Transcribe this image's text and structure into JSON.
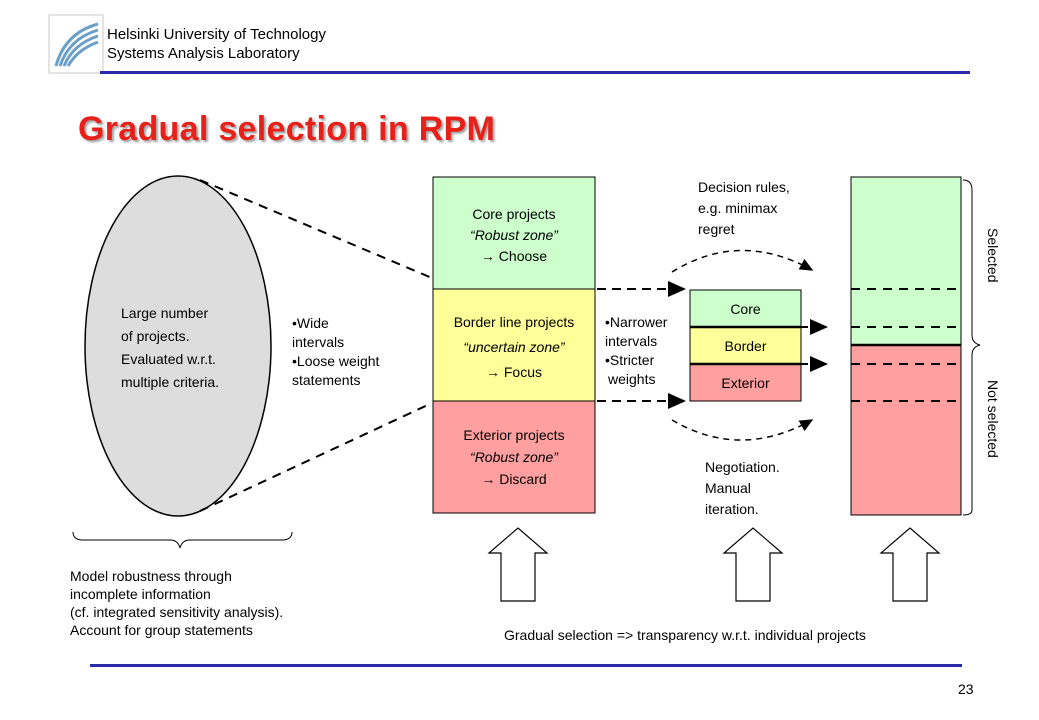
{
  "header": {
    "line1": "Helsinki University of Technology",
    "line2": "Systems Analysis Laboratory"
  },
  "title": "Gradual selection in RPM",
  "ellipse": {
    "l1": "Large number",
    "l2": "of projects.",
    "l3": "Evaluated w.r.t.",
    "l4": "multiple criteria."
  },
  "wide": {
    "l1": "•Wide",
    "l2": "intervals",
    "l3": "•Loose weight",
    "l4": "statements"
  },
  "big_box": {
    "core": {
      "label": "Core projects",
      "zone": "“Robust zone”",
      "action": "→ Choose"
    },
    "border": {
      "label": "Border line projects",
      "zone": "“uncertain zone”",
      "action": "→ Focus"
    },
    "exterior": {
      "label": "Exterior projects",
      "zone": "“Robust zone”",
      "action": "→ Discard"
    }
  },
  "narrow": {
    "l1": "•Narrower",
    "l2": "intervals",
    "l3": "•Stricter",
    "l4": "weights"
  },
  "small_box": {
    "core": "Core",
    "border": "Border",
    "exterior": "Exterior"
  },
  "decision": {
    "l1": "Decision rules,",
    "l2": "e.g. minimax",
    "l3": "regret"
  },
  "negotiation": {
    "l1": "Negotiation.",
    "l2": "Manual",
    "l3": "iteration."
  },
  "side": {
    "selected": "Selected",
    "not_selected": "Not selected"
  },
  "robust_text": {
    "l1": "Model robustness through",
    "l2": "incomplete information",
    "l3": "(cf. integrated sensitivity analysis).",
    "l4": "Account for group statements"
  },
  "gradual": "Gradual selection => transparency w.r.t. individual projects",
  "page_number": "23",
  "colors": {
    "core": "#ccffcc",
    "border": "#ffff99",
    "exterior": "#ff9f9f",
    "ellipse": "#dddddd",
    "title": "#e8201a",
    "rule": "#2b2baa"
  }
}
